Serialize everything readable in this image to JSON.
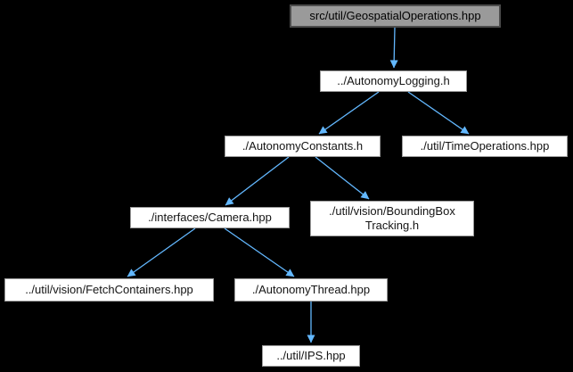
{
  "diagram": {
    "kind": "include-dependency-graph",
    "background_color": "#000000",
    "edge_color": "#63b8ff",
    "node_fill": "#ffffff",
    "node_border": "#9b9b9b",
    "root_node_fill": "#9a9a9a",
    "root_node_border": "#4c4c4c",
    "nodes": [
      {
        "id": "geospatial-operations",
        "label": "src/util/GeospatialOperations.hpp",
        "role": "root"
      },
      {
        "id": "autonomy-logging",
        "label": "../AutonomyLogging.h",
        "role": "dependency"
      },
      {
        "id": "autonomy-constants",
        "label": "./AutonomyConstants.h",
        "role": "dependency"
      },
      {
        "id": "time-operations",
        "label": "./util/TimeOperations.hpp",
        "role": "dependency"
      },
      {
        "id": "camera",
        "label": "./interfaces/Camera.hpp",
        "role": "dependency"
      },
      {
        "id": "boundingbox-tracking",
        "label": "./util/vision/BoundingBox\nTracking.h",
        "role": "dependency"
      },
      {
        "id": "fetch-containers",
        "label": "../util/vision/FetchContainers.hpp",
        "role": "dependency"
      },
      {
        "id": "autonomy-thread",
        "label": "./AutonomyThread.hpp",
        "role": "dependency"
      },
      {
        "id": "ips",
        "label": "../util/IPS.hpp",
        "role": "dependency"
      }
    ],
    "edges": [
      {
        "from": "geospatial-operations",
        "to": "autonomy-logging"
      },
      {
        "from": "autonomy-logging",
        "to": "autonomy-constants"
      },
      {
        "from": "autonomy-logging",
        "to": "time-operations"
      },
      {
        "from": "autonomy-constants",
        "to": "camera"
      },
      {
        "from": "autonomy-constants",
        "to": "boundingbox-tracking"
      },
      {
        "from": "camera",
        "to": "fetch-containers"
      },
      {
        "from": "camera",
        "to": "autonomy-thread"
      },
      {
        "from": "autonomy-thread",
        "to": "ips"
      }
    ]
  }
}
